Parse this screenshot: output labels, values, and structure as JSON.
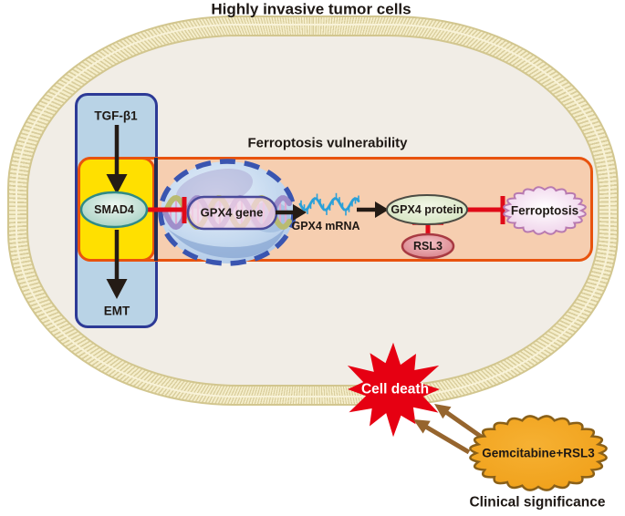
{
  "title": "Highly invasive tumor cells",
  "cell": {
    "signaling": {
      "tgfb1": "TGF-β1",
      "smad4": "SMAD4",
      "emt": "EMT"
    },
    "ferroptosis_panel": {
      "heading": "Ferroptosis vulnerability",
      "gpx4_gene": "GPX4 gene",
      "gpx4_mrna": "GPX4 mRNA",
      "gpx4_protein": "GPX4 protein",
      "rsl3": "RSL3",
      "ferroptosis": "Ferroptosis"
    }
  },
  "outcome": {
    "cell_death": "Cell death",
    "treatment": "Gemcitabine+RSL3",
    "caption": "Clinical significance"
  },
  "colors": {
    "membrane_tan": "#d9cd9c",
    "cytoplasm": "#f1ede6",
    "signal_box_fill": "#b9d3e6",
    "signal_box_border": "#2d3a96",
    "overlap_yellow": "#ffe000",
    "panel_fill": "#f6ceb0",
    "panel_border": "#e8530e",
    "inhibition_red": "#e00a18",
    "death_star_red": "#e60012",
    "treatment_orange": "#f2a31d",
    "arrow_brown": "#96652e",
    "mrna_blue": "#2aa0d8",
    "nucleus_border_blue": "#3a55b0"
  }
}
